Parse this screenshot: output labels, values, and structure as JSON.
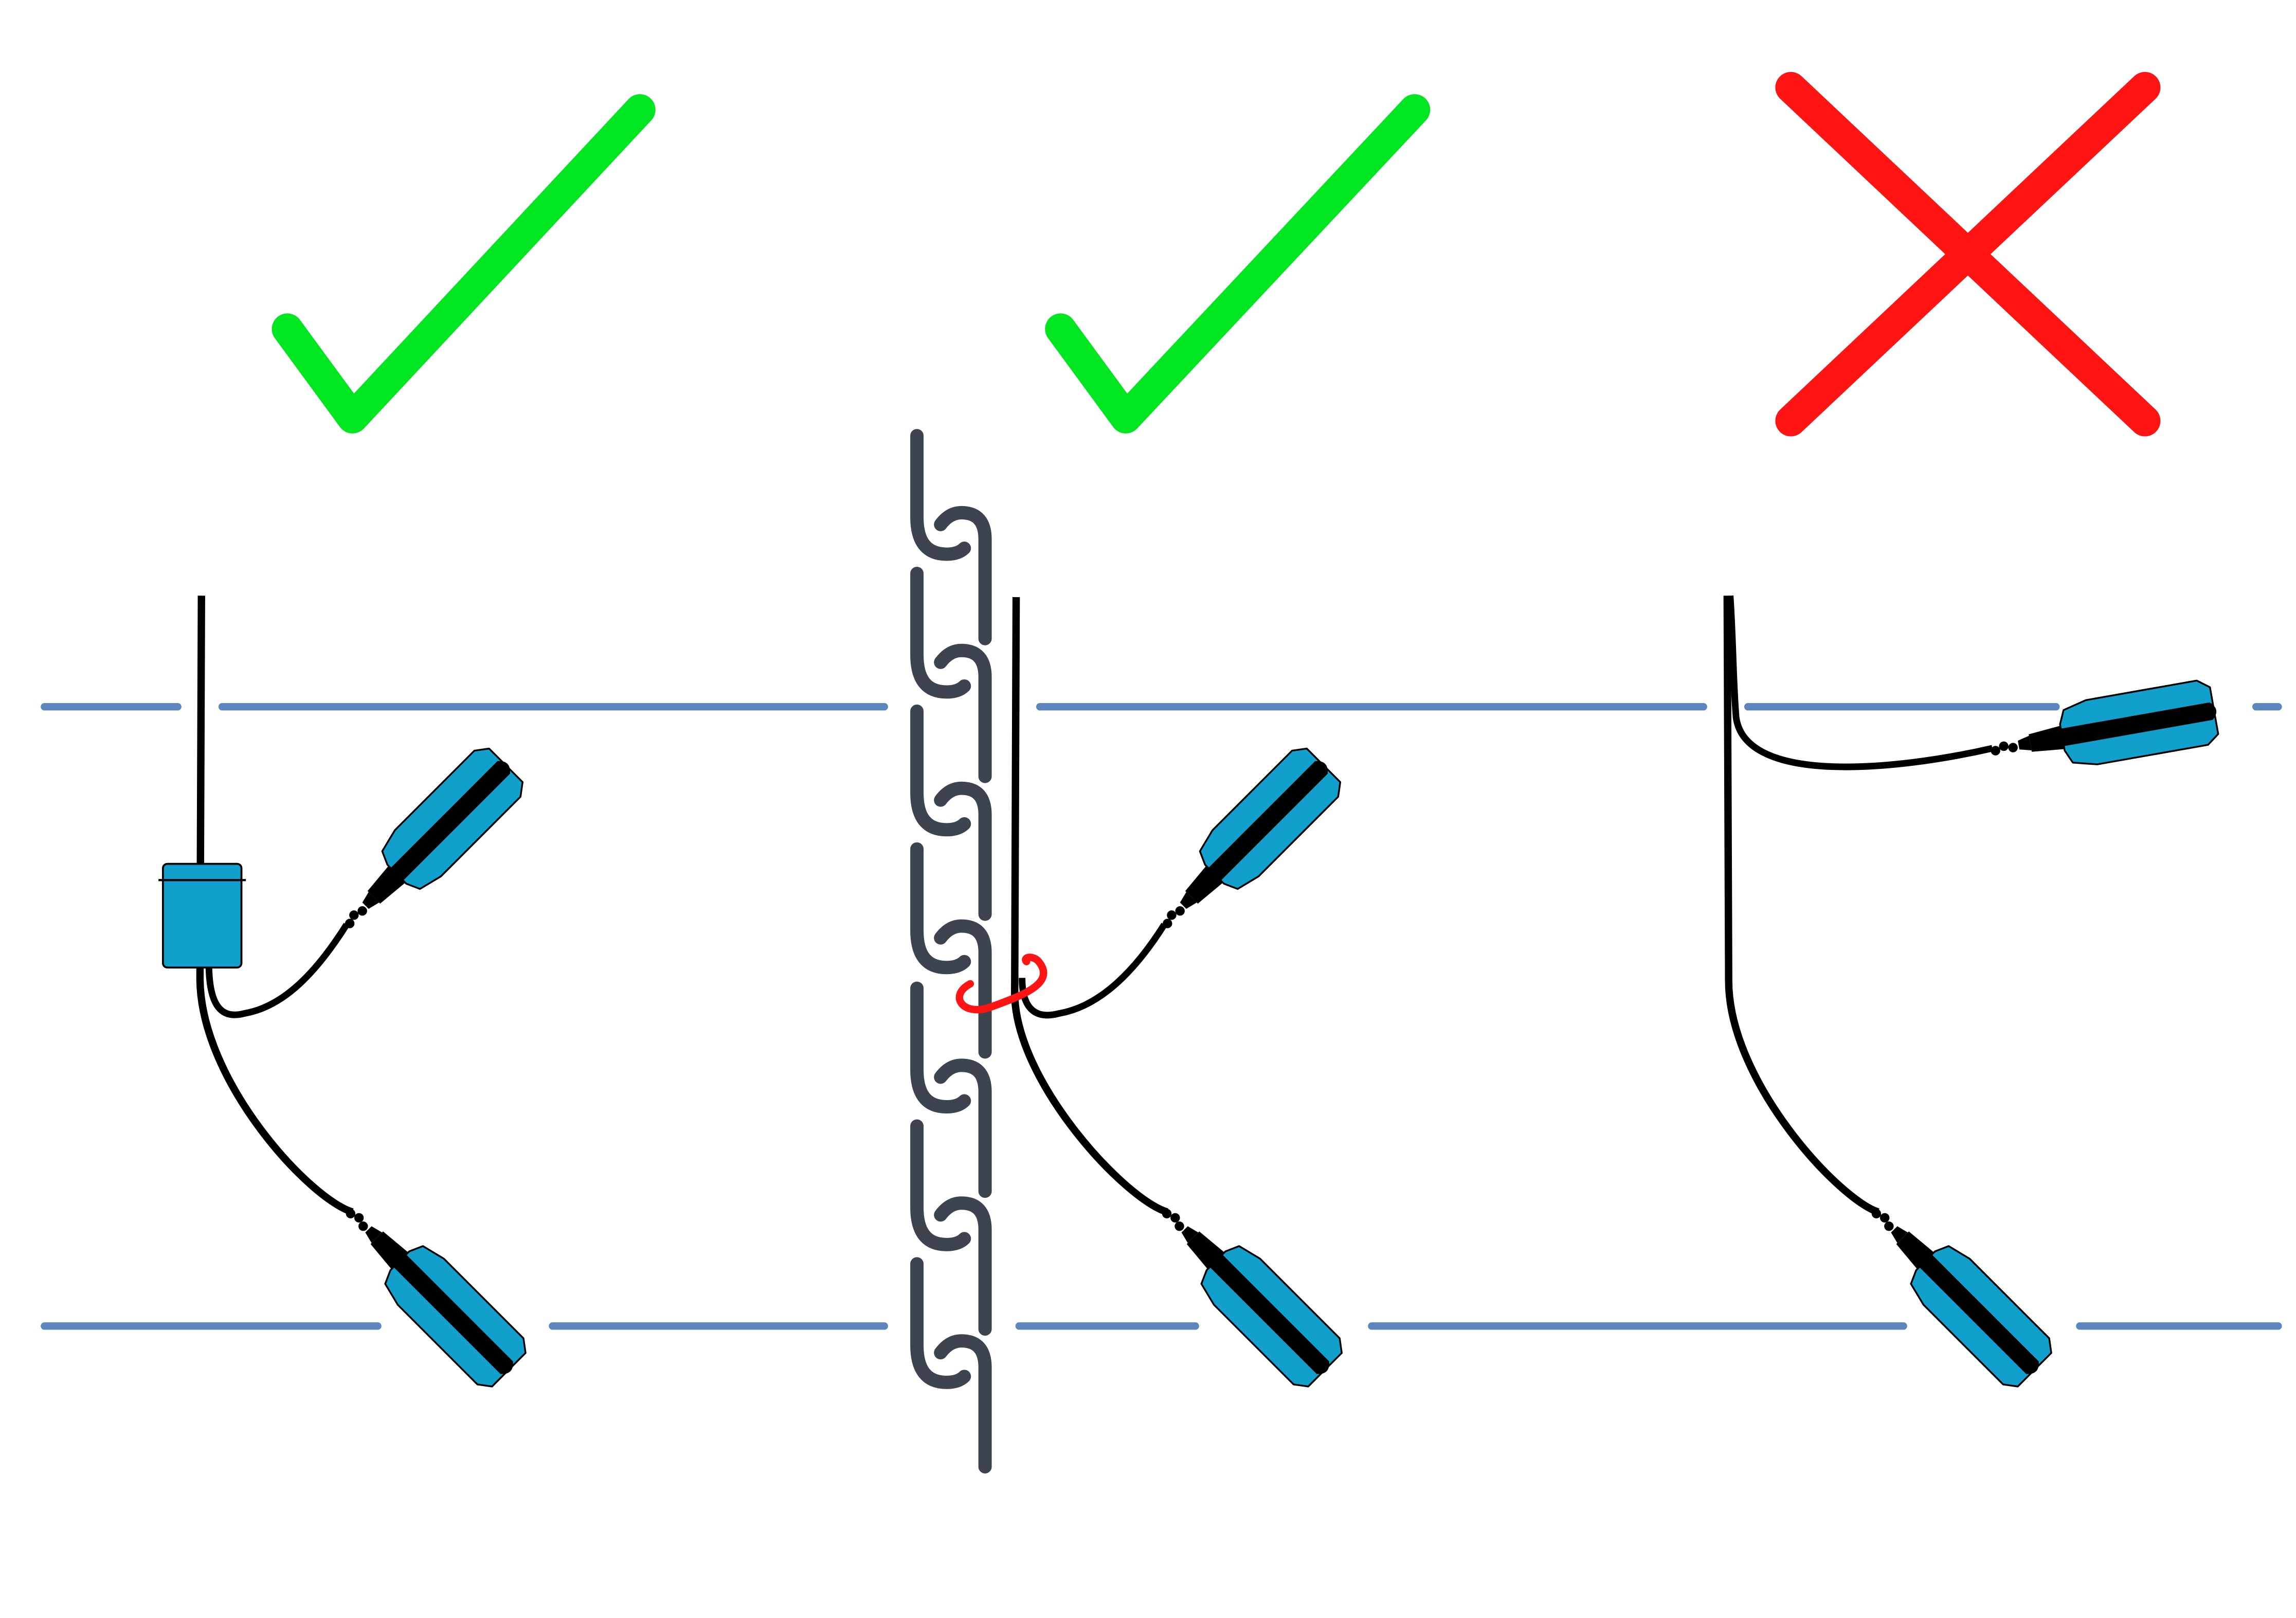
{
  "panels": [
    {
      "id": "weight-on-cable",
      "verdict": "correct",
      "mark_color": "#00e620"
    },
    {
      "id": "anchored-to-chain",
      "verdict": "correct",
      "mark_color": "#00e620"
    },
    {
      "id": "hanging-freely",
      "verdict": "incorrect",
      "mark_color": "#ff1414"
    }
  ],
  "colors": {
    "float_body": "#119fcc",
    "level_line": "#5b87be",
    "chain": "#3d4450",
    "cable": "#000000",
    "tie": "#ff1414",
    "correct": "#00e620",
    "incorrect": "#ff1414"
  }
}
